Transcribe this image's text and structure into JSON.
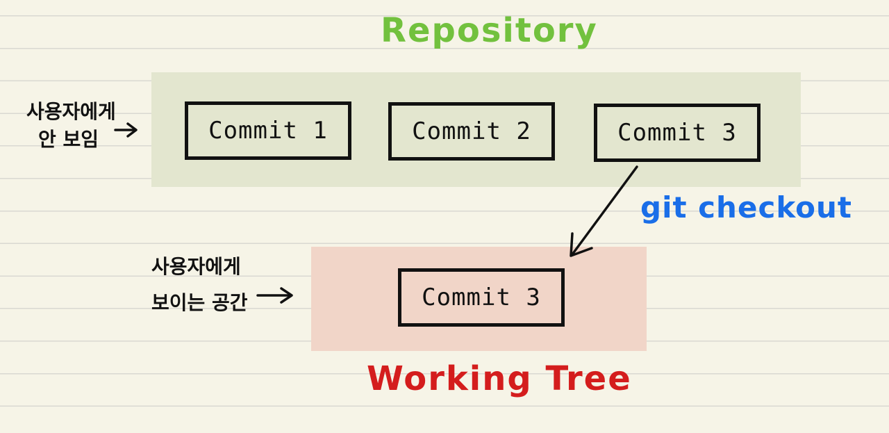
{
  "repository": {
    "title": "Repository",
    "color": "#72c13e",
    "region_color": "#e3e6cf",
    "commits": [
      "Commit 1",
      "Commit 2",
      "Commit 3"
    ]
  },
  "working_tree": {
    "title": "Working Tree",
    "color": "#d41d1d",
    "region_color": "#f1d5c8",
    "commit": "Commit 3"
  },
  "checkout": {
    "label": "git checkout",
    "color": "#1a6ee8"
  },
  "notes": {
    "hidden_line1": "사용자에게",
    "hidden_line2": "안 보임",
    "visible_line1": "사용자에게",
    "visible_line2": "보이는 공간"
  }
}
